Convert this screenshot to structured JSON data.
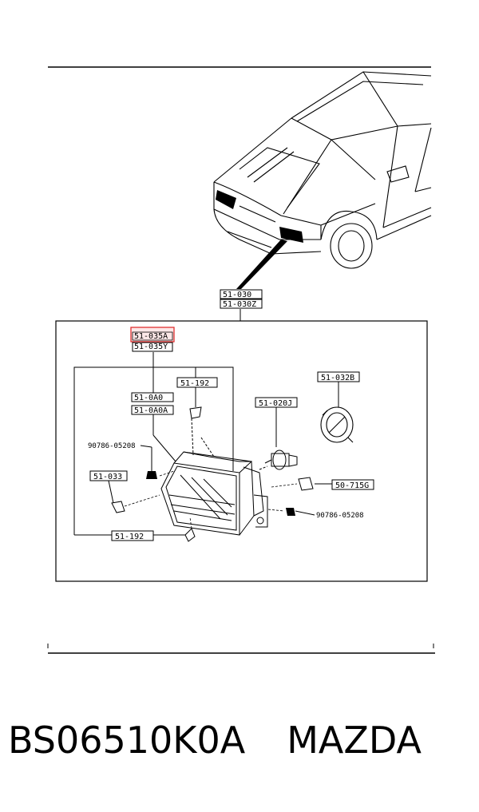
{
  "diagram": {
    "callouts": {
      "assembly_top": "51-030",
      "assembly_bottom": "51-030Z",
      "highlight_top": "51-035A",
      "highlight_bottom": "51-035Y",
      "bracket_top": "51-192",
      "bracket_bottom": "51-192",
      "lens_top": "51-0A0",
      "lens_bottom": "51-0A0A",
      "bolt_left": "90786-05208",
      "bolt_right": "90786-05208",
      "clip": "51-033",
      "bulb": "51-020J",
      "socket_cap": "51-032B",
      "socket": "50-715G"
    },
    "highlight_color": "#e03030"
  },
  "caption": {
    "part_number": "BS06510K0A",
    "brand": "MAZDA"
  }
}
